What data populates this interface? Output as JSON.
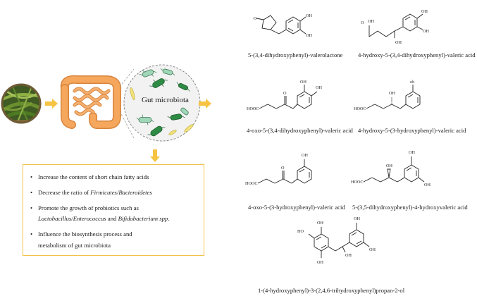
{
  "colors": {
    "arrow": "#f6c343",
    "box_border": "#f2c34a",
    "intestine": "#f4a75d",
    "bacteria_green": "#2e8b45",
    "bacteria_light": "#9fd7b8",
    "bacteria_yellow": "#f3e27a"
  },
  "microbiota": {
    "title": "Gut microbiota"
  },
  "effects": {
    "l1": "Increase the content of short chain  fatty acids",
    "l2_pre": "Decrease the ratio of ",
    "l2_it": "Firmicutes/Bacteroidetes",
    "l3": "Promote the growth of probiotics such as",
    "l3b_it1": "Lactobacillus/Enterococcus",
    "l3b_and": " and ",
    "l3b_it2": "Bifidobacterium spp.",
    "l4": "Influence the biosynthesis process and",
    "l4b": "metabolism of gut microbiota"
  },
  "compounds": [
    {
      "name": "5-(3,4-dihydroxyphenyl)-valerolactone"
    },
    {
      "name": "4-hydroxy-5-(3,4-dihydroxyphenyl)-valeric acid"
    },
    {
      "name": "4-oxo-5-(3,4-dihydroxyphenyl)-valeric acid"
    },
    {
      "name": "4-hydroxy-5-(3-hydroxyphenyl)-valeric acid"
    },
    {
      "name": "4-oxo-5-(3-hydroxyphenyl)-valeric acid"
    },
    {
      "name": "5-(3,5-dihydroxyphenyl)-4-hydroxyvaleric acid"
    },
    {
      "name": "1-(4-hydroxyphenyl)-3-(2,4,6-trihydroxyphenyl)propan-2-ol"
    }
  ],
  "atom_labels": {
    "o": "O",
    "oh": "OH",
    "oh_lc": "oh",
    "ho": "HO",
    "hooc": "HOOC"
  }
}
